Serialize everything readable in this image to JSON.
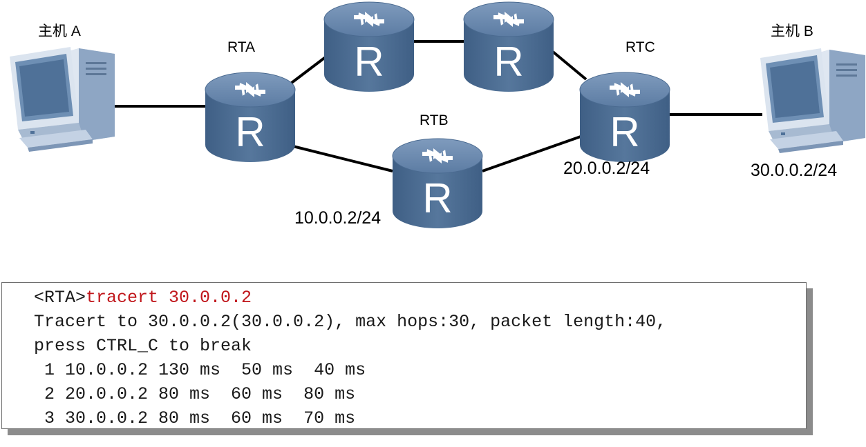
{
  "hosts": {
    "a": {
      "label": "主机 A"
    },
    "b": {
      "label": "主机 B",
      "ip": "30.0.0.2/24"
    }
  },
  "routers": {
    "rta": {
      "name": "RTA",
      "glyph": "R"
    },
    "rtb": {
      "name": "RTB",
      "glyph": "R",
      "ip": "10.0.0.2/24"
    },
    "rtc": {
      "name": "RTC",
      "glyph": "R",
      "ip": "20.0.0.2/24"
    },
    "top1": {
      "glyph": "R"
    },
    "top2": {
      "glyph": "R"
    }
  },
  "colors": {
    "router": "#4f6f94",
    "router_top": "#6f8db0",
    "link": "#000000",
    "command": "#c0161b"
  },
  "terminal": {
    "prompt": "<RTA>",
    "command": "tracert 30.0.0.2",
    "lines": [
      "Tracert to 30.0.0.2(30.0.0.2), max hops:30, packet length:40,",
      "press CTRL_C to break",
      " 1 10.0.0.2 130 ms  50 ms  40 ms",
      " 2 20.0.0.2 80 ms  60 ms  80 ms",
      " 3 30.0.0.2 80 ms  60 ms  70 ms"
    ]
  }
}
